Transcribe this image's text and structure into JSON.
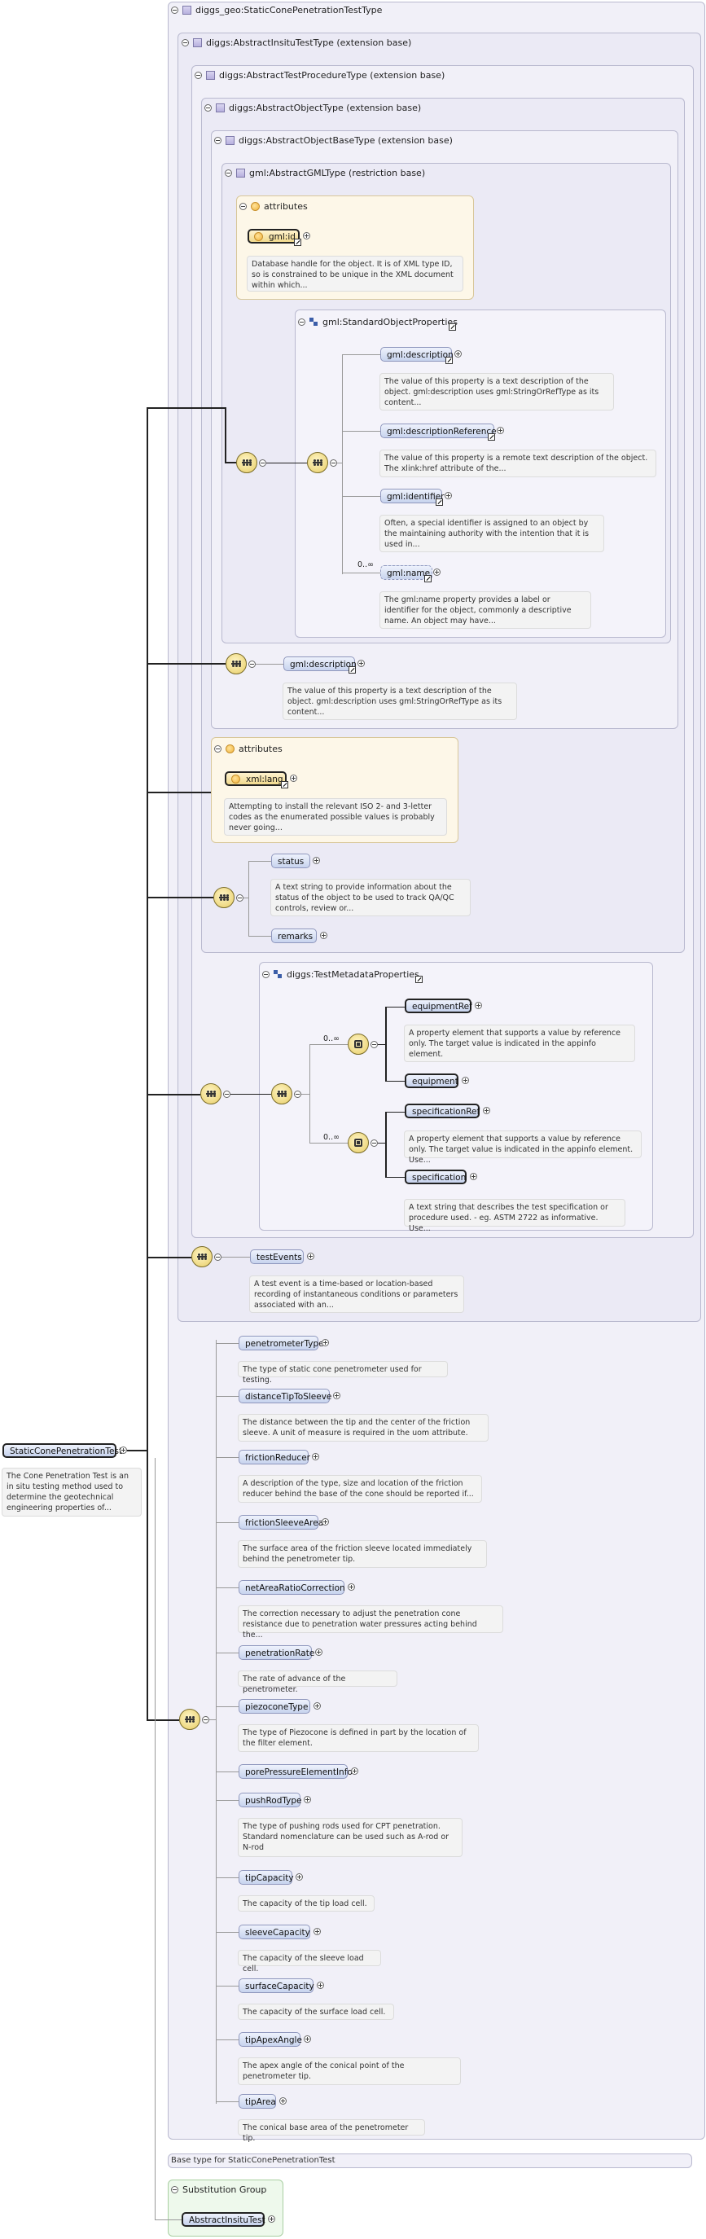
{
  "root": {
    "label": "StaticConePenetrationTest",
    "doc": "The Cone Penetration Test is an in situ testing method used to determine the geotechnical engineering properties of..."
  },
  "types": {
    "t0": "diggs_geo:StaticConePenetrationTestType",
    "t1": "diggs:AbstractInsituTestType (extension base)",
    "t2": "diggs:AbstractTestProcedureType (extension base)",
    "t3": "diggs:AbstractObjectType (extension base)",
    "t4": "diggs:AbstractObjectBaseType (extension base)",
    "t5": "gml:AbstractGMLType (restriction base)"
  },
  "attr1": {
    "title": "attributes",
    "el": "gml:id",
    "doc": "Database handle for the object. It is of XML type ID, so is constrained to be unique in the XML document within which..."
  },
  "std": {
    "title": "gml:StandardObjectProperties",
    "items": [
      {
        "label": "gml:description",
        "doc": "The value of this property is a text description of the object. gml:description uses gml:StringOrRefType as its content..."
      },
      {
        "label": "gml:descriptionReference",
        "doc": "The value of this property is a remote text description of the object. The xlink:href attribute of the..."
      },
      {
        "label": "gml:identifier",
        "doc": "Often, a special identifier is assigned to an object by the maintaining authority with the intention that it is used in..."
      },
      {
        "label": "gml:name",
        "doc": "The gml:name property provides a label or identifier for the object, commonly a descriptive name. An object may have..."
      }
    ],
    "card": "0..∞"
  },
  "gmldesc": {
    "label": "gml:description",
    "doc": "The value of this property is a text description of the object. gml:description uses gml:StringOrRefType as its content..."
  },
  "attr2": {
    "title": "attributes",
    "el": "xml:lang",
    "doc": "Attempting to install the relevant ISO 2- and 3-letter codes as the enumerated possible values is probably never going..."
  },
  "status": {
    "label": "status",
    "doc": "A text string to provide information about the status of the object to be used to track QA/QC controls, review or..."
  },
  "remarks": {
    "label": "remarks"
  },
  "meta": {
    "title": "diggs:TestMetadataProperties",
    "card1": "0..∞",
    "card2": "0..∞",
    "equipmentRef": "equipmentRef",
    "equipmentRefDoc": "A property element that supports a value by reference only. The target value is indicated in the appinfo element.",
    "equipment": "equipment",
    "specificationRef": "specificationRef",
    "specificationRefDoc": "A property element that supports a value by reference only. The target value is indicated in the appinfo element. Use...",
    "specification": "specification",
    "specificationDoc": "A text string that describes the test specification or procedure used. - eg. ASTM 2722 as informative. Use..."
  },
  "testEvents": {
    "label": "testEvents",
    "doc": "A test event is a time-based or location-based recording of instantaneous conditions or parameters associated with an..."
  },
  "props": [
    {
      "label": "penetrometerType",
      "doc": "The type of static cone penetrometer used for testing."
    },
    {
      "label": "distanceTipToSleeve",
      "doc": "The distance between the tip and the center of the friction sleeve. A unit of measure is required in the uom attribute."
    },
    {
      "label": "frictionReducer",
      "doc": "A description of the type, size and location of the friction reducer behind the base of the cone should be reported if..."
    },
    {
      "label": "frictionSleeveArea",
      "doc": "The surface area of the friction sleeve located immediately behind the penetrometer tip."
    },
    {
      "label": "netAreaRatioCorrection",
      "doc": "The correction necessary to adjust the penetration cone resistance due to penetration water pressures acting behind the..."
    },
    {
      "label": "penetrationRate",
      "doc": "The rate of advance of the penetrometer."
    },
    {
      "label": "piezoconeType",
      "doc": "The type of Piezocone is defined in part by the location of the filter element."
    },
    {
      "label": "porePressureElementInfo",
      "doc": ""
    },
    {
      "label": "pushRodType",
      "doc": "The type of pushing rods used for CPT penetration. Standard nomenclature can be used such as A-rod or N-rod"
    },
    {
      "label": "tipCapacity",
      "doc": "The capacity of the tip load cell."
    },
    {
      "label": "sleeveCapacity",
      "doc": "The capacity of the sleeve load cell."
    },
    {
      "label": "surfaceCapacity",
      "doc": "The capacity of the surface load cell."
    },
    {
      "label": "tipApexAngle",
      "doc": "The apex angle of the conical point of the penetrometer tip."
    },
    {
      "label": "tipArea",
      "doc": "The conical base area of the penetrometer tip."
    }
  ],
  "baseType": "Base type for StaticConePenetrationTest",
  "subst": {
    "title": "Substitution Group",
    "el": "AbstractInsituTest"
  }
}
